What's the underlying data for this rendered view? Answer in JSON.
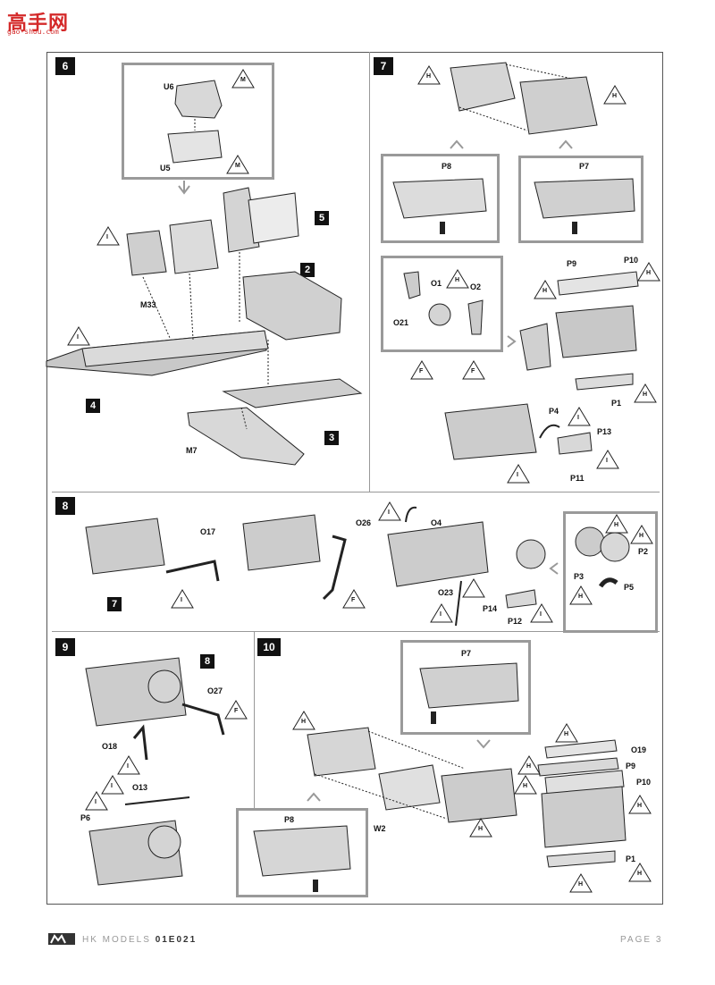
{
  "watermark": {
    "brand": "高手网",
    "url": "gao-shou.com"
  },
  "steps": {
    "s6": "6",
    "s7": "7",
    "s8": "8",
    "s9": "9",
    "s10": "10"
  },
  "step6": {
    "parts": [
      "U6",
      "U5",
      "M33",
      "M7"
    ],
    "refs": [
      "5",
      "2",
      "4",
      "3"
    ],
    "tri": [
      "M",
      "M",
      "I",
      "I"
    ]
  },
  "step7": {
    "p8": "P8",
    "p7": "P7",
    "parts": [
      "O1",
      "O2",
      "O21",
      "P9",
      "P10",
      "P1",
      "P4",
      "P13",
      "P11"
    ],
    "tri": [
      "H",
      "H",
      "H",
      "F",
      "F",
      "H",
      "H",
      "H",
      "I",
      "I",
      "I"
    ]
  },
  "step8": {
    "parts": [
      "O17",
      "O26",
      "O4",
      "O23",
      "P14",
      "P12",
      "P3",
      "P2",
      "P5"
    ],
    "ref": "7",
    "tri": [
      "I",
      "F",
      "I",
      "I",
      "I",
      "H",
      "H",
      "H"
    ]
  },
  "step9": {
    "parts": [
      "O27",
      "O18",
      "O13",
      "P6"
    ],
    "ref": "8",
    "tri": [
      "F",
      "I",
      "I",
      "I"
    ]
  },
  "step10": {
    "parts": [
      "P7",
      "P8",
      "W2",
      "O19",
      "P9",
      "P10",
      "P1"
    ],
    "tri": [
      "H",
      "H",
      "H",
      "H",
      "H",
      "H",
      "H",
      "H"
    ]
  },
  "footer": {
    "brand": "HK MODELS",
    "code": "01E021",
    "page": "PAGE 3"
  }
}
